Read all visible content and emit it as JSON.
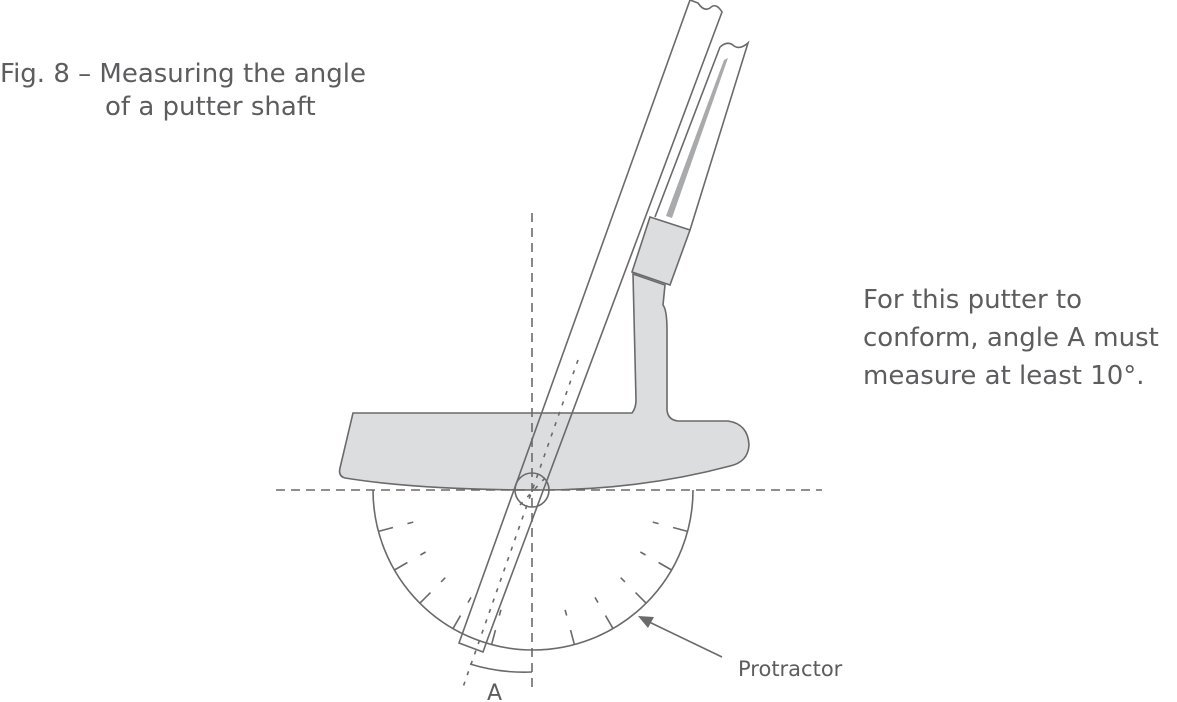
{
  "figure": {
    "caption_line1": "Fig. 8 – Measuring the angle",
    "caption_line2": "of a putter shaft",
    "note_lines": [
      "For this putter to",
      "conform, angle A must",
      "measure at least 10°."
    ],
    "protractor_label": "Protractor",
    "angle_label": "A",
    "minimum_angle_degrees": 10
  },
  "colors": {
    "text": "#5d5d5f",
    "line": "#6a6a6c",
    "fill": "#dcddde",
    "stripe": "#a9aaac"
  }
}
